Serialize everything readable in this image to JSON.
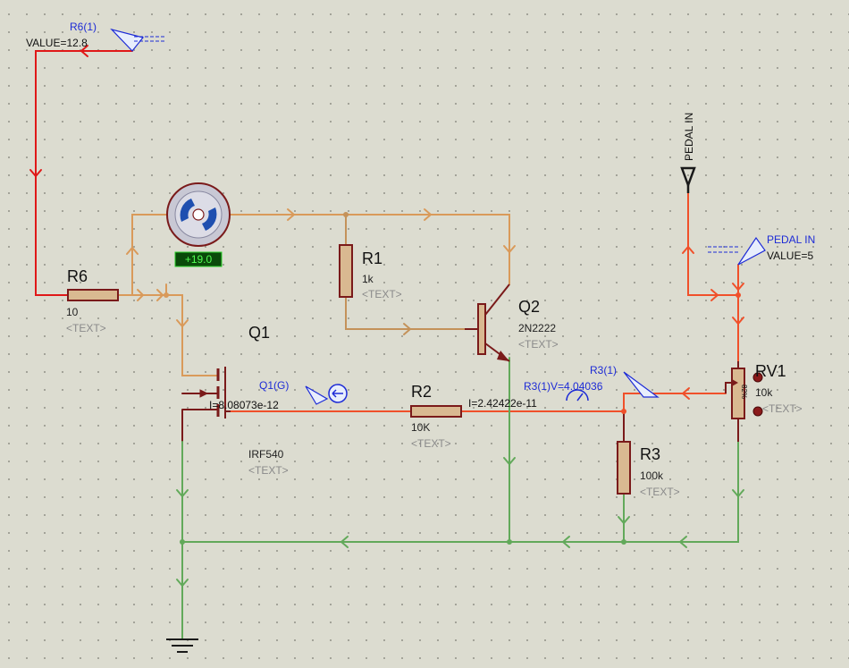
{
  "colors": {
    "hot": "#f0502a",
    "red": "#e01818",
    "orange": "#d99a5a",
    "tan": "#c4925a",
    "green": "#62a95a",
    "dark": "#7a1a1a",
    "probe": "#1d2bd6",
    "component_fill": "#d9b991"
  },
  "probe_r6": {
    "name": "R6(1)",
    "value": "VALUE=12.8"
  },
  "motor": {
    "reading": "+19.0"
  },
  "r6": {
    "ref": "R6",
    "value": "10",
    "text": "<TEXT>"
  },
  "r1": {
    "ref": "R1",
    "value": "1k",
    "text": "<TEXT>"
  },
  "q1": {
    "ref": "Q1",
    "model": "IRF540",
    "text": "<TEXT>",
    "probe": "Q1(G)",
    "current": "I=8.08073e-12"
  },
  "q2": {
    "ref": "Q2",
    "model": "2N2222",
    "text": "<TEXT>"
  },
  "r2": {
    "ref": "R2",
    "value": "10K",
    "text": "<TEXT>",
    "current": "I=2.42422e-11"
  },
  "r3": {
    "ref": "R3",
    "value": "100k",
    "text": "<TEXT>",
    "probe_name": "R3(1)",
    "probe_voltage": "R3(1)V=4.04036"
  },
  "rv1": {
    "ref": "RV1",
    "value": "10k",
    "text": "<TEXT>",
    "wiper": "82%"
  },
  "pedal": {
    "label": "PEDAL IN",
    "probe_name": "PEDAL IN",
    "value": "VALUE=5"
  }
}
